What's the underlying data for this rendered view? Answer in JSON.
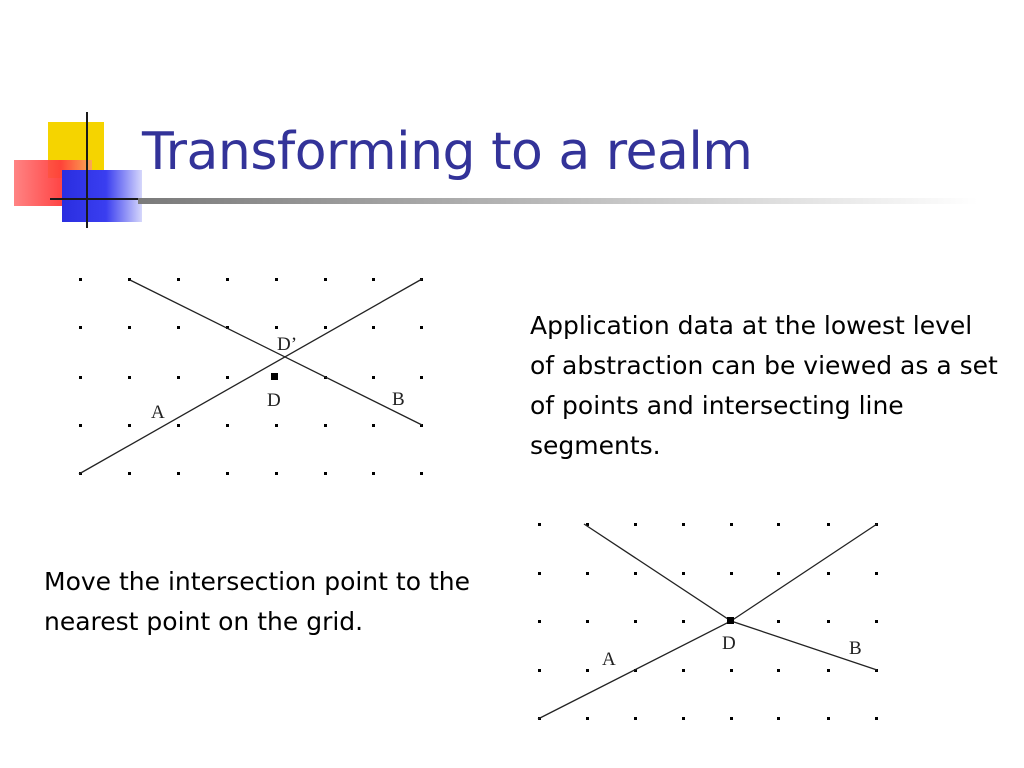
{
  "slide": {
    "title": "Transforming to a realm",
    "description": "Application data at the lowest level of abstraction can be viewed as a set of points and intersecting line segments.",
    "instruction": "Move the intersection point to the nearest point on the grid."
  },
  "diagrams": {
    "top": {
      "label_a": "A",
      "label_b": "B",
      "label_d": "D",
      "label_d_prime": "D’"
    },
    "bottom": {
      "label_a": "A",
      "label_b": "B",
      "label_d": "D"
    }
  },
  "colors": {
    "title": "#333399",
    "logo_yellow": "#f5d400",
    "logo_red": "#ff4a4a",
    "logo_blue": "#2a2ee0"
  }
}
